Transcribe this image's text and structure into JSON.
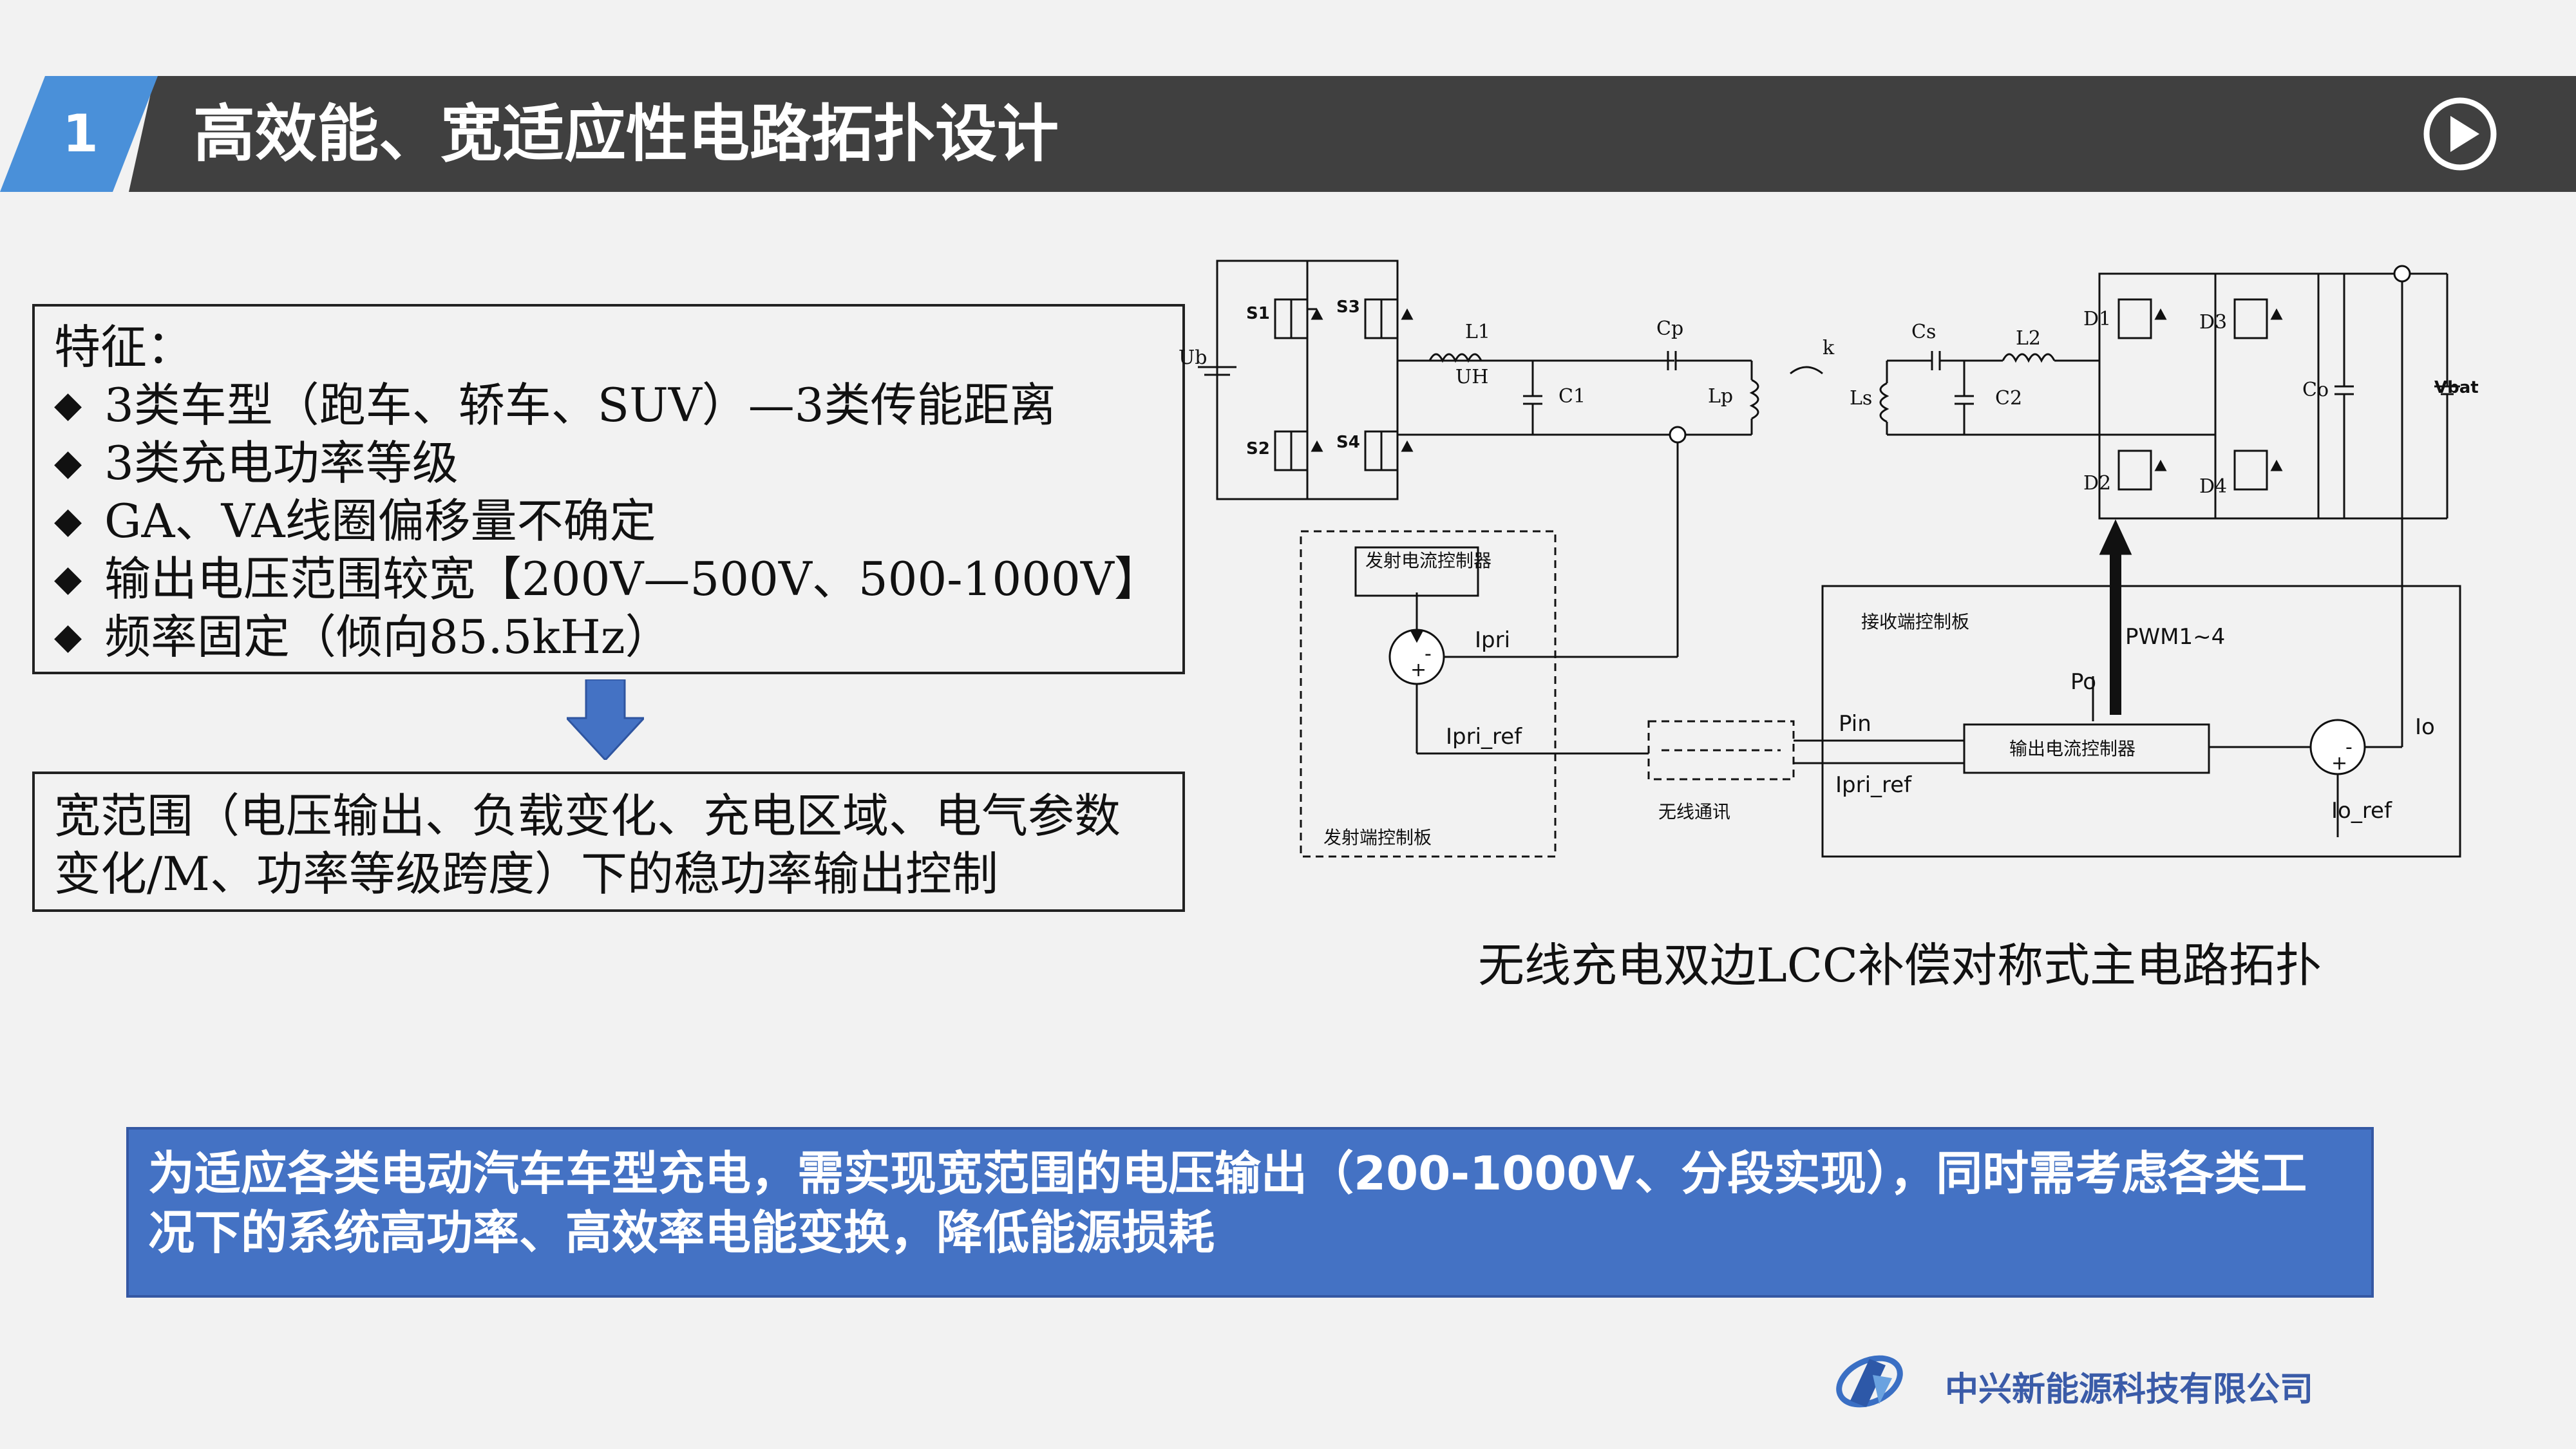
{
  "header": {
    "number": "1",
    "title": "高效能、宽适应性电路拓扑设计",
    "play_icon": "play-circle-icon",
    "colors": {
      "bar": "#404040",
      "badge": "#4a90d9"
    }
  },
  "features": {
    "heading": "特征：",
    "bullet": "◆",
    "items": [
      "3类车型（跑车、轿车、SUV）—3类传能距离",
      "3类充电功率等级",
      "GA、VA线圈偏移量不确定",
      "输出电压范围较宽【200V—500V、500-1000V】",
      "频率固定（倾向85.5kHz）"
    ]
  },
  "arrow_icon": "down-arrow-icon",
  "result": {
    "lines": [
      "宽范围（电压输出、负载变化、充电区域、电气参数",
      "变化/M、功率等级跨度）下的稳功率输出控制"
    ]
  },
  "circuit": {
    "switches": [
      "S1",
      "S2",
      "S3",
      "S4"
    ],
    "diodes": [
      "D1",
      "D2",
      "D3",
      "D4"
    ],
    "primary": {
      "ub": "Ub",
      "uh": "UH",
      "l1": "L1",
      "c1": "C1",
      "cp": "Cp",
      "lp": "Lp"
    },
    "coupling": "k",
    "secondary": {
      "cs": "Cs",
      "ls": "Ls",
      "l2": "L2",
      "c2": "C2",
      "co": "Co",
      "vbat": "Vbat"
    },
    "tx_controller": "发射电流控制器",
    "tx_board": "发射端控制板",
    "rx_board": "接收端控制板",
    "rx_controller": "输出电流控制器",
    "wireless": "无线通讯",
    "signals": {
      "ipri": "Ipri",
      "ipri_ref": "Ipri_ref",
      "pin": "Pin",
      "ipri_ref2": "Ipri_ref",
      "po": "Po",
      "pwm": "PWM1~4",
      "io": "Io",
      "io_ref": "Io_ref"
    },
    "sum_signs": {
      "plus": "+",
      "minus": "-"
    }
  },
  "caption": "无线充电双边LCC补偿对称式主电路拓扑",
  "banner": {
    "lines": [
      "为适应各类电动汽车车型充电，需实现宽范围的电压输出（200-1000V、分段实现），同时需考虑各类工",
      "况下的系统高功率、高效率电能变换，降低能源损耗"
    ],
    "color": "#4472c4"
  },
  "footer": {
    "company": "中兴新能源科技有限公司",
    "logo_icon": "company-logo-icon"
  }
}
